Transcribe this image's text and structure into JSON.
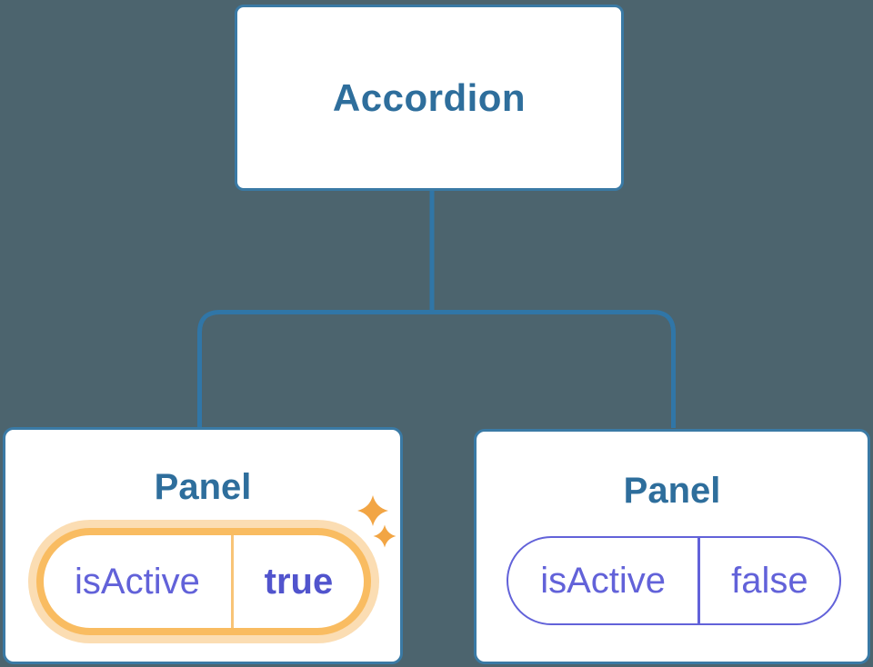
{
  "diagram": {
    "root": {
      "label": "Accordion"
    },
    "panels": [
      {
        "label": "Panel",
        "prop_name": "isActive",
        "prop_value": "true",
        "highlighted": true,
        "highlight_icon": "sparkles-icon"
      },
      {
        "label": "Panel",
        "prop_name": "isActive",
        "prop_value": "false",
        "highlighted": false
      }
    ]
  },
  "colors": {
    "bg": "#4c646e",
    "line": "#3076a7",
    "box-border": "#3a7aa5",
    "box-bg": "#ffffff",
    "title": "#2e6e9c",
    "state-purple": "#6262d9",
    "state-purple-bold": "#5154cd",
    "highlight-orange": "#f9bc61",
    "highlight-orange-light": "#fbddb3",
    "highlight-divider": "#f8c477",
    "sparkle": "#f2a544"
  }
}
